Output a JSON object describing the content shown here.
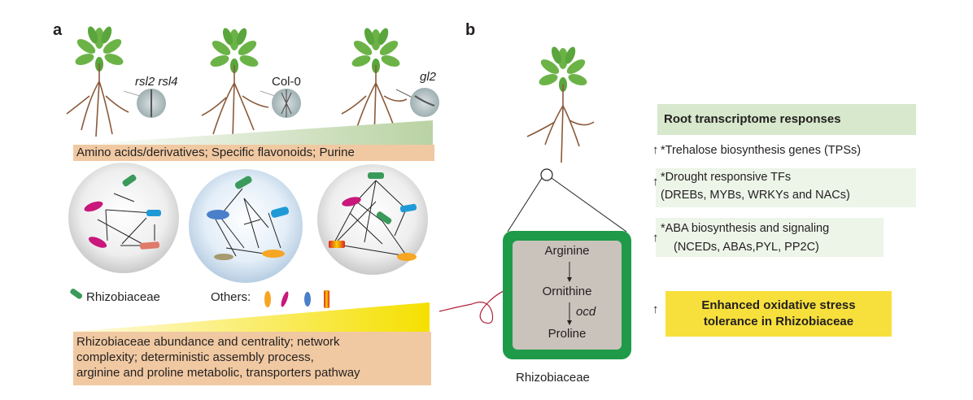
{
  "panel_a": {
    "letter": "a",
    "genotypes": [
      {
        "label": "rsl2 rsl4",
        "italic": true
      },
      {
        "label": "Col-0",
        "italic": false
      },
      {
        "label": "gl2",
        "italic": true
      }
    ],
    "metabolite_banner": "Amino acids/derivatives; Specific flavonoids; Purine",
    "legend": {
      "rhizobiaceae_label": "Rhizobiaceae",
      "others_label": "Others:"
    },
    "bottom_banner_lines": [
      "Rhizobiaceae abundance and centrality; network",
      "complexity; deterministic assembly process,",
      "arginine and proline metabolic, transporters pathway"
    ]
  },
  "panel_b": {
    "letter": "b",
    "pathway": {
      "step1": "Arginine",
      "step2": "Ornithine",
      "enzyme": "ocd",
      "step3": "Proline"
    },
    "cell_label": "Rhizobiaceae",
    "transcriptome_title": "Root transcriptome responses",
    "responses": [
      {
        "arrow": "↑",
        "lines": [
          "*Trehalose biosynthesis genes (TPSs)"
        ]
      },
      {
        "arrow": "↑",
        "lines": [
          "*Drought responsive TFs",
          "(DREBs, MYBs, WRKYs and NACs)"
        ]
      },
      {
        "arrow": "↑",
        "lines": [
          "*ABA biosynthesis and signaling",
          "(NCEDs, ABAs,PYL, PP2C)"
        ]
      }
    ],
    "oxidative": {
      "arrow": "↑",
      "lines": [
        "Enhanced oxidative stress",
        "tolerance in Rhizobiaceae"
      ]
    }
  },
  "colors": {
    "leaf": "#6cb347",
    "root": "#8a5a3a",
    "banner": "#f0c9a2",
    "gradient_green": "#c8dcb8",
    "wedge_yellow": "#f5e000",
    "cell_green": "#1e9a48",
    "cell_inner": "#c9c3bb",
    "oxidative_yellow": "#f7e03c",
    "title_green": "#d7e8cc"
  }
}
